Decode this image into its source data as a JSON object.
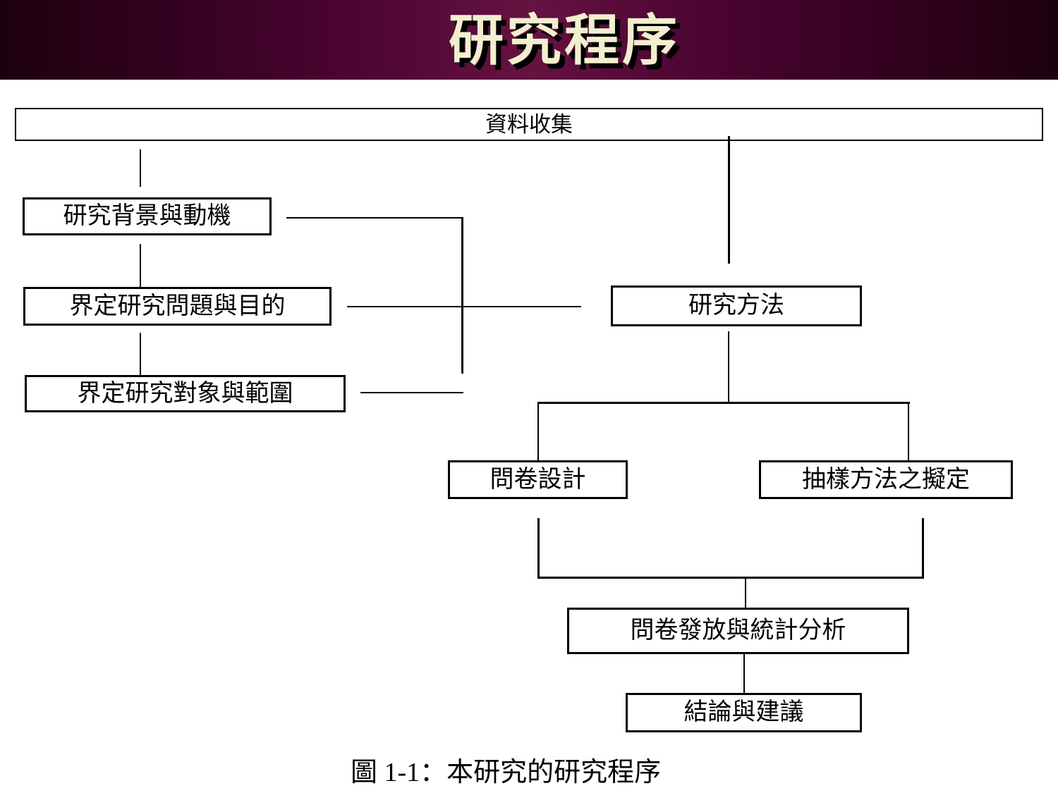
{
  "slide": {
    "title": "研究程序",
    "caption": "圖 1-1：本研究的研究程序"
  },
  "colors": {
    "banner_center": "#671341",
    "banner_edge": "#1c000d",
    "title_text": "#f2efcf",
    "title_shadow": "#000000",
    "box_fill": "#ffffff",
    "box_border": "#000000",
    "connector": "#000000",
    "page_background": "#ffffff"
  },
  "flowchart": {
    "nodes": [
      {
        "id": "data-collection",
        "label": "資料收集"
      },
      {
        "id": "research-background-motivation",
        "label": "研究背景與動機"
      },
      {
        "id": "define-problems-objectives",
        "label": "界定研究問題與目的"
      },
      {
        "id": "define-subjects-scope",
        "label": "界定研究對象與範圍"
      },
      {
        "id": "research-methods",
        "label": "研究方法"
      },
      {
        "id": "questionnaire-design",
        "label": "問卷設計"
      },
      {
        "id": "sampling-method-formulation",
        "label": "抽樣方法之擬定"
      },
      {
        "id": "questionnaire-distribution-statistical-analysis",
        "label": "問卷發放與統計分析"
      },
      {
        "id": "conclusions-recommendations",
        "label": "結論與建議"
      }
    ]
  }
}
